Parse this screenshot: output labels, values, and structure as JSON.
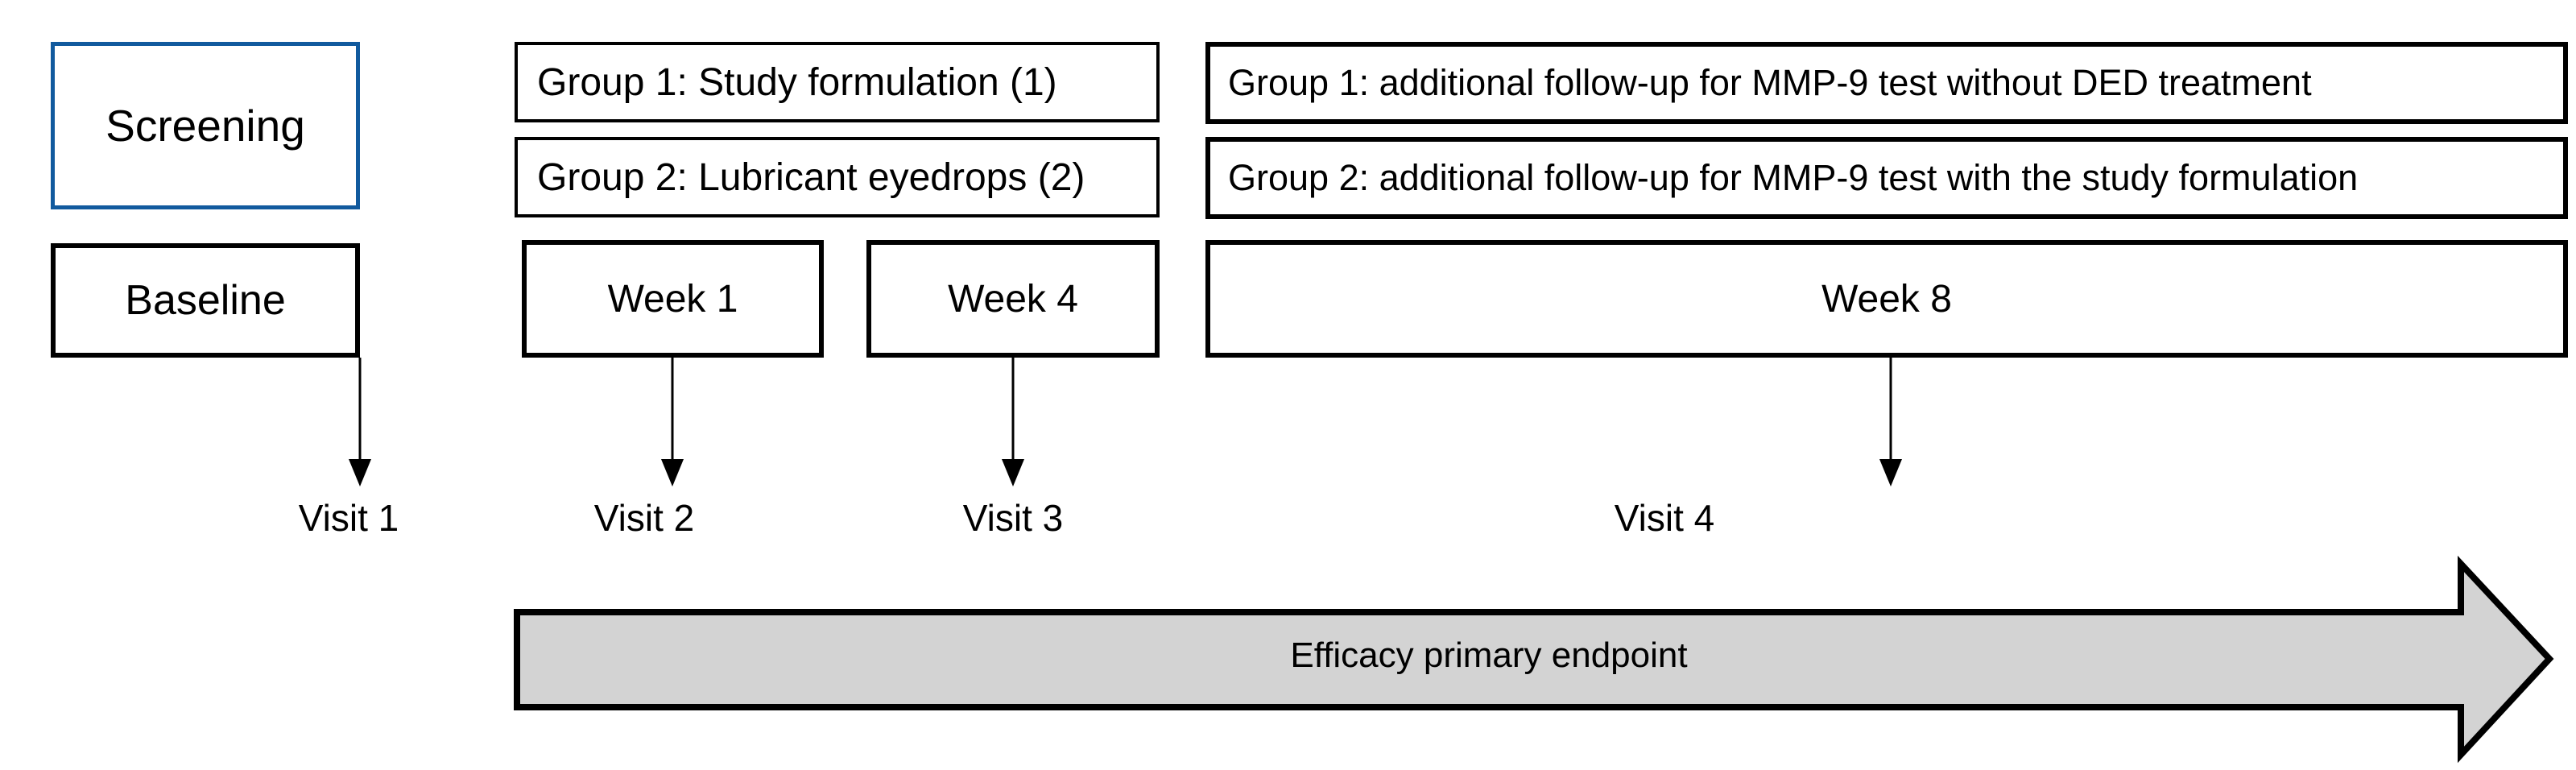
{
  "colors": {
    "accent-blue": "#115A9E",
    "arrow-fill": "#D3D3D3",
    "line-black": "#000000"
  },
  "boxes": {
    "screening": {
      "label": "Screening"
    },
    "group1_treatment": {
      "label": "Group 1: Study formulation (1)"
    },
    "group2_treatment": {
      "label": "Group 2: Lubricant eyedrops (2)"
    },
    "group1_followup": {
      "label": "Group 1: additional follow-up for MMP-9 test without DED treatment"
    },
    "group2_followup": {
      "label": "Group 2: additional follow-up for MMP-9 test with the study formulation"
    },
    "baseline": {
      "label": "Baseline"
    },
    "week1": {
      "label": "Week 1"
    },
    "week4": {
      "label": "Week 4"
    },
    "week8": {
      "label": "Week 8"
    }
  },
  "visits": [
    {
      "label": "Visit 1"
    },
    {
      "label": "Visit 2"
    },
    {
      "label": "Visit 3"
    },
    {
      "label": "Visit 4"
    }
  ],
  "timeline": {
    "label": "Efficacy primary endpoint"
  }
}
